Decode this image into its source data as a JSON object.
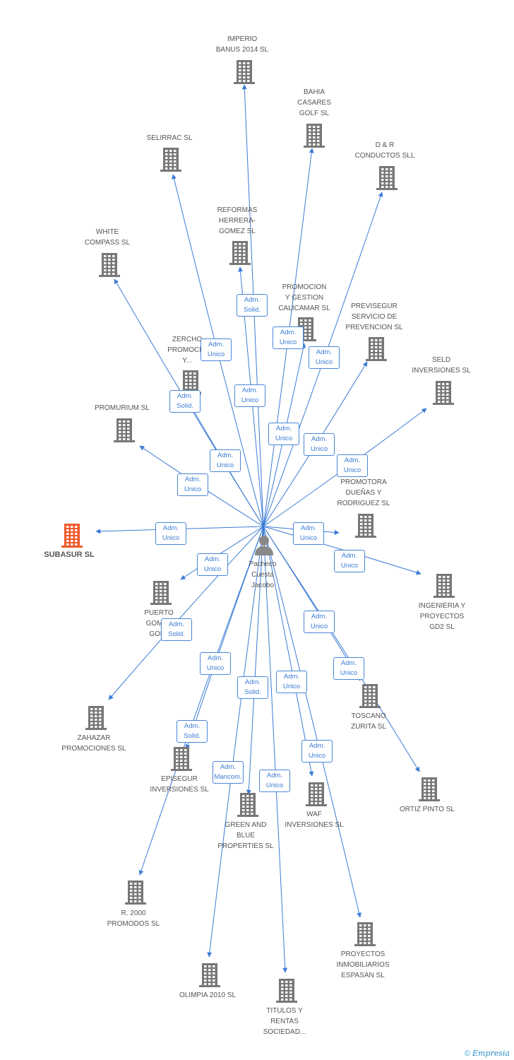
{
  "colors": {
    "edge": "#3a7bd5",
    "building": "#777777",
    "focus": "#ef5a2b",
    "person": "#888888"
  },
  "center": {
    "name": "Pacheco\nCuesta\nJacobo"
  },
  "nodes": [
    {
      "id": "imperio",
      "label": "IMPERIO\nBANUS 2014  SL",
      "role": ""
    },
    {
      "id": "bahia",
      "label": "BAHIA\nCASARES\nGOLF SL",
      "role": ""
    },
    {
      "id": "selirrac",
      "label": "SELIRRAC SL",
      "role": "Adm.\nUnico"
    },
    {
      "id": "dr",
      "label": "D & R\nCONDUCTOS SLL",
      "role": ""
    },
    {
      "id": "reformas",
      "label": "REFORMAS\nHERRERA-\nGOMEZ SL",
      "role": "Adm.\nSolid."
    },
    {
      "id": "white",
      "label": "WHITE\nCOMPASS SL",
      "role": "Adm.\nSolid."
    },
    {
      "id": "promocion",
      "label": "PROMOCION\nY GESTION\nCALICAMAR SL",
      "role": ""
    },
    {
      "id": "previsegur",
      "label": "PREVISEGUR\nSERVICIO DE\nPREVENCION SL",
      "role": ""
    },
    {
      "id": "zercho",
      "label": "ZERCHO\nPROMOCIO\nY...",
      "role": ""
    },
    {
      "id": "seld",
      "label": "SELD\nINVERSIONES SL",
      "role": ""
    },
    {
      "id": "promurium",
      "label": "PROMURIUM SL",
      "role": ""
    },
    {
      "id": "promotora",
      "label": "PROMOTORA\nDUEÑAS Y\nRODRIGUEZ SL",
      "role": ""
    },
    {
      "id": "subasur",
      "label": "SUBASUR SL",
      "role": "",
      "focus": true
    },
    {
      "id": "ingenieria",
      "label": "INGENIERIA Y\nPROYECTOS\nGD2 SL",
      "role": ""
    },
    {
      "id": "puerto",
      "label": "PUERTO\nGOMEZ\nGOLF",
      "role": ""
    },
    {
      "id": "toscano",
      "label": "TOSCANO\nZURITA SL",
      "role": ""
    },
    {
      "id": "zahazar",
      "label": "ZAHAZAR\nPROMOCIONES SL",
      "role": ""
    },
    {
      "id": "episegur",
      "label": "EPISEGUR\nINVERSIONES SL",
      "role": ""
    },
    {
      "id": "ortiz",
      "label": "ORTIZ PINTO SL",
      "role": ""
    },
    {
      "id": "green",
      "label": "GREEN AND\nBLUE\nPROPERTIES SL",
      "role": ""
    },
    {
      "id": "waf",
      "label": "WAF\nINVERSIONES SL",
      "role": ""
    },
    {
      "id": "r2000",
      "label": "R.  2000\nPROMODOS SL",
      "role": ""
    },
    {
      "id": "proyectos",
      "label": "PROYECTOS\nINMOBILIARIOS\nESPASAN SL",
      "role": ""
    },
    {
      "id": "olimpia",
      "label": "OLIMPIA 2010 SL",
      "role": ""
    },
    {
      "id": "titulos",
      "label": "TITULOS Y\nRENTAS\nSOCIEDAD...",
      "role": ""
    }
  ],
  "roles": [
    {
      "target": "reformas",
      "text": "Adm.\nSolid."
    },
    {
      "target": "promocion",
      "text": "Adm.\nUnico"
    },
    {
      "target": "zercho",
      "text": "Adm.\nUnico"
    },
    {
      "target": "previsegur",
      "text": "Adm.\nUnico"
    },
    {
      "target": "white",
      "text": "Adm.\nSolid."
    },
    {
      "target": "imperio",
      "text": "Adm.\nUnico"
    },
    {
      "target": "bahia",
      "text": "Adm.\nUnico"
    },
    {
      "target": "dr",
      "text": "Adm.\nUnico"
    },
    {
      "target": "selirrac",
      "text": "Adm.\nUnico"
    },
    {
      "target": "seld",
      "text": "Adm.\nUnico"
    },
    {
      "target": "promurium",
      "text": "Adm.\nUnico"
    },
    {
      "target": "subasur",
      "text": "Adm.\nUnico"
    },
    {
      "target": "promotora",
      "text": "Adm.\nUnico"
    },
    {
      "target": "puerto",
      "text": "Adm.\nUnico"
    },
    {
      "target": "ingenieria",
      "text": "Adm.\nUnico"
    },
    {
      "target": "zahazar",
      "text": "Adm.\nSolid."
    },
    {
      "target": "toscano",
      "text": "Adm.\nUnico"
    },
    {
      "target": "ortiz",
      "text": "Adm.\nUnico"
    },
    {
      "target": "r2000",
      "text": "Adm.\nUnico"
    },
    {
      "target": "green",
      "text": "Adm.\nSolid."
    },
    {
      "target": "waf",
      "text": "Adm.\nUnico"
    },
    {
      "target": "episegur",
      "text": "Adm.\nSolid."
    },
    {
      "target": "proyectos",
      "text": "Adm.\nUnico"
    },
    {
      "target": "olimpia",
      "text": "Adm.\nMancom."
    },
    {
      "target": "titulos",
      "text": "Adm.\nUnico"
    }
  ],
  "footer": {
    "copyright": "©",
    "brand": "Empresia"
  }
}
